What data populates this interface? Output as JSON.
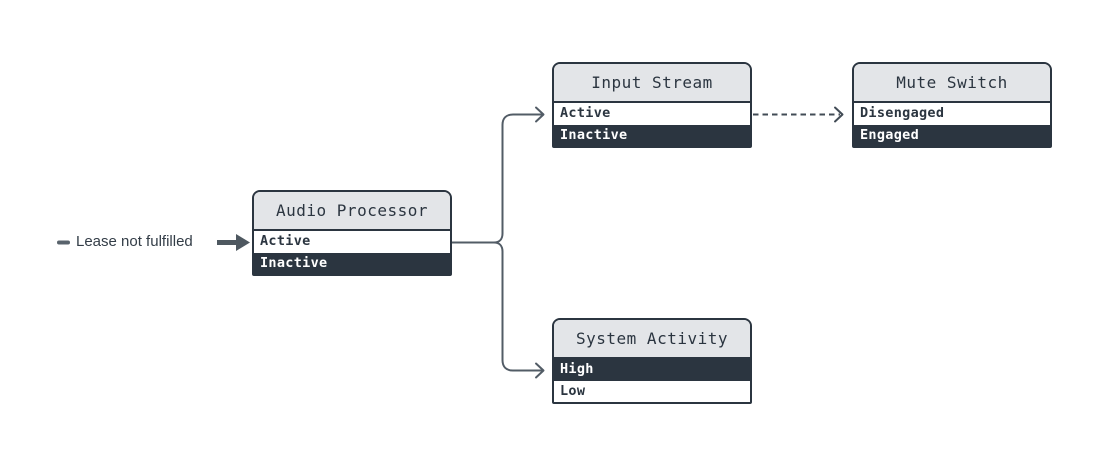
{
  "canvas": {
    "background": "#ffffff"
  },
  "colors": {
    "node_border": "#2b3540",
    "node_header_bg": "#e3e5e8",
    "row_dark_bg": "#2b3540",
    "row_light_bg": "#ffffff",
    "connector_solid": "#525c66",
    "connector_dashed": "#414b55",
    "annotation_arrow": "#4e5860",
    "annotation_text": "#333d47"
  },
  "annotation": {
    "label": "Lease not fulfilled",
    "marker": "dash-icon",
    "points_to": "Audio Processor (Active)"
  },
  "nodes": [
    {
      "id": "audio-processor",
      "title": "Audio Processor",
      "rows": [
        {
          "label": "Active",
          "variant": "light"
        },
        {
          "label": "Inactive",
          "variant": "dark"
        }
      ]
    },
    {
      "id": "input-stream",
      "title": "Input Stream",
      "rows": [
        {
          "label": "Active",
          "variant": "light"
        },
        {
          "label": "Inactive",
          "variant": "dark"
        }
      ]
    },
    {
      "id": "mute-switch",
      "title": "Mute Switch",
      "rows": [
        {
          "label": "Disengaged",
          "variant": "light"
        },
        {
          "label": "Engaged",
          "variant": "dark"
        }
      ]
    },
    {
      "id": "system-activity",
      "title": "System Activity",
      "rows": [
        {
          "label": "High",
          "variant": "dark"
        },
        {
          "label": "Low",
          "variant": "light"
        }
      ]
    }
  ],
  "edges": [
    {
      "from": "Audio Processor (Active)",
      "to": "Input Stream (Active)",
      "style": "solid"
    },
    {
      "from": "Audio Processor (Active)",
      "to": "System Activity (High)",
      "style": "solid"
    },
    {
      "from": "Input Stream (Active)",
      "to": "Mute Switch (Disengaged)",
      "style": "dashed"
    }
  ]
}
